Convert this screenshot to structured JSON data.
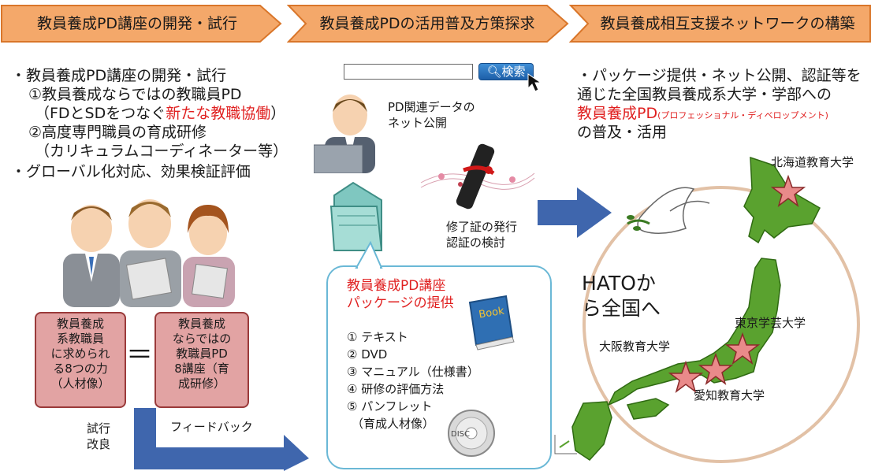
{
  "headers": [
    "教員養成PD講座の開発・試行",
    "教員養成PDの活用普及方策探求",
    "教員養成相互支援ネットワークの構築"
  ],
  "left": {
    "line1": "・教員養成PD講座の開発・試行",
    "line2": "①教員養成ならではの教職員PD",
    "line3_pre": "（FDとSDをつなぐ",
    "line3_red": "新たな教職協働",
    "line3_post": "）",
    "line4": "②高度専門職員の育成研修",
    "line5": "（カリキュラムコーディネーター等）",
    "line6": "・グローバル化対応、効果検証評価",
    "box_left": [
      "教員養成",
      "系教職員",
      "に求められ",
      "る8つの力",
      "（人材像）"
    ],
    "equals": "＝",
    "box_right": [
      "教員養成",
      "ならではの",
      "教職員PD",
      "8講座（育",
      "成研修）"
    ],
    "trial": [
      "試行",
      "改良"
    ],
    "feedback": "フィードバック"
  },
  "middle": {
    "search_button": "検索",
    "search_value": "",
    "pd_data": [
      "PD関連データの",
      "ネット公開"
    ],
    "certificate": [
      "修了証の発行",
      "認証の検討"
    ],
    "book_label": "Book",
    "disc_label": "DISC",
    "package_title": [
      "教員養成PD講座",
      "パッケージの提供"
    ],
    "package_items": [
      "①  テキスト",
      "②  DVD",
      "③  マニュアル（仕様書）",
      "④  研修の評価方法",
      "⑤  パンフレット"
    ],
    "package_items_sub": "（育成人材像）"
  },
  "right": {
    "line1": "・パッケージ提供・ネット公開、認証等を",
    "line2": "通じた全国教員養成系大学・学部への",
    "line3_red": "教員養成PD",
    "line3_small": "(プロフェッショナル・ディベロップメント)",
    "line4": "の普及・活用",
    "hato": [
      "HATOか",
      "ら全国へ"
    ],
    "universities": [
      "北海道教育大学",
      "東京学芸大学",
      "大阪教育大学",
      "愛知教育大学"
    ]
  },
  "colors": {
    "header_fill": "#f4a86a",
    "header_stroke": "#d9762a",
    "box_fill": "#e2a3a3",
    "arrow_blue": "#3f66ad",
    "map_green": "#5aa22f",
    "circle": "#e2c1a6",
    "star": "#e98a8a"
  }
}
